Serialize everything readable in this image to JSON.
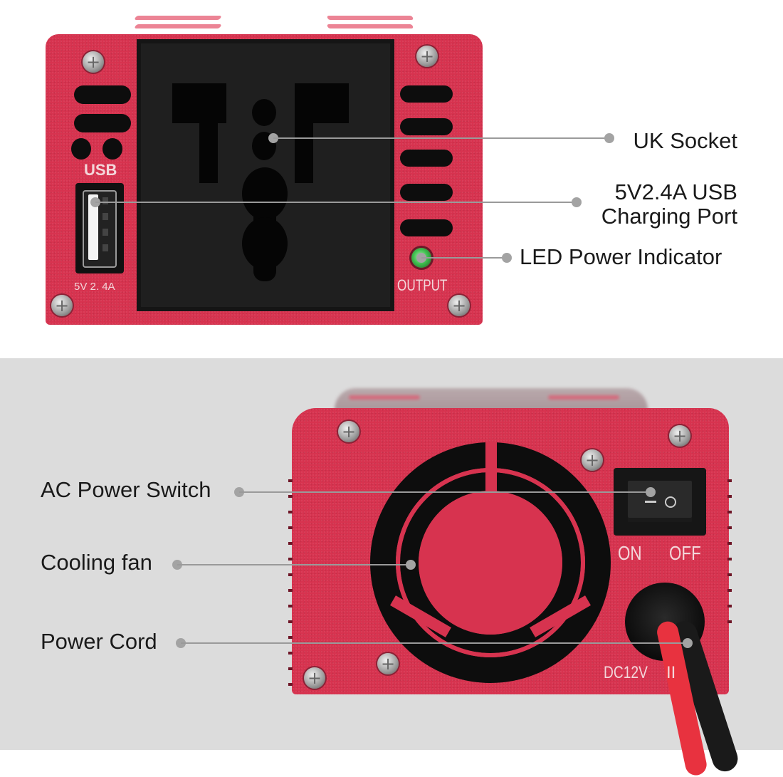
{
  "top_panel": {
    "view": "front",
    "background": "#ffffff",
    "callouts": [
      {
        "id": "uk-socket",
        "lines": [
          "UK Socket"
        ]
      },
      {
        "id": "usb-port",
        "lines": [
          "5V2.4A USB",
          "Charging Port"
        ]
      },
      {
        "id": "led-indicator",
        "lines": [
          "LED Power Indicator"
        ]
      }
    ],
    "device_markings": {
      "usb_label": "USB",
      "usb_rating": "5V 2. 4A",
      "output_label": "OUTPUT"
    }
  },
  "bottom_panel": {
    "view": "rear",
    "background": "#dcdcdc",
    "callouts": [
      {
        "id": "ac-power-switch",
        "lines": [
          "AC Power Switch"
        ]
      },
      {
        "id": "cooling-fan",
        "lines": [
          "Cooling fan"
        ]
      },
      {
        "id": "power-cord",
        "lines": [
          "Power Cord"
        ]
      }
    ],
    "device_markings": {
      "on_label": "ON",
      "off_label": "OFF",
      "input_label": "DC12V",
      "input_suffix": "II"
    }
  },
  "colors": {
    "device_body": "#d7334f",
    "socket_black": "#1c1c1c",
    "leader_line": "#9a9a9a",
    "callout_dot": "#a3a3a3",
    "label_text": "#1a1a1a",
    "led_green": "#3fbf4f",
    "cable_red": "#e8323f"
  }
}
